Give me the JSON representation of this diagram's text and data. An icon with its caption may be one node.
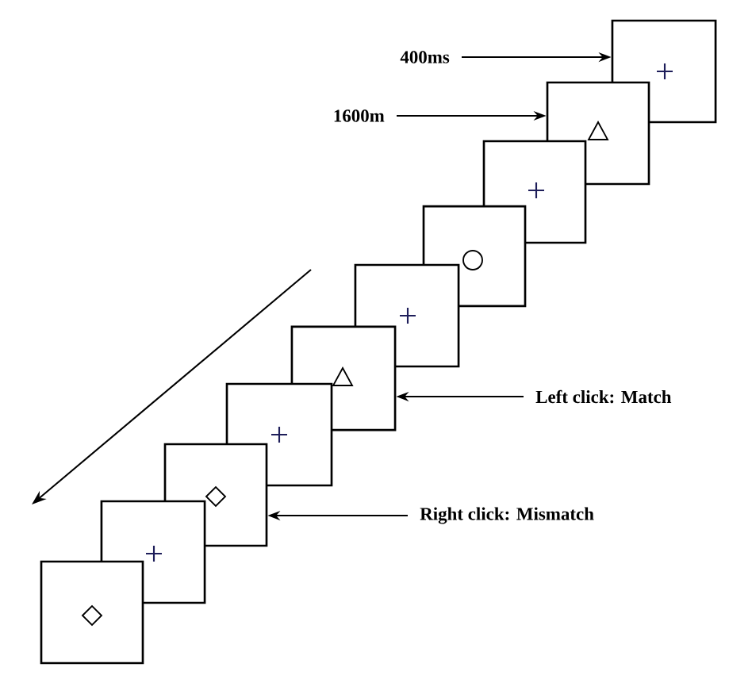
{
  "diagram": {
    "nodes": [
      {
        "text": [],
        "shape": "box"
      },
      {
        "text": [],
        "shape": "box"
      },
      {
        "text": [],
        "shape": "box"
      },
      {
        "text": [],
        "shape": "box"
      },
      {
        "text": [],
        "shape": "box"
      },
      {
        "text": [],
        "shape": "box"
      },
      {
        "text": [],
        "shape": "box"
      },
      {
        "text": [],
        "shape": "box"
      },
      {
        "text": [],
        "shape": "box"
      },
      {
        "text": [],
        "shape": "box"
      },
      {
        "text": [
          "400ms"
        ]
      },
      {
        "text": [
          "1600m"
        ]
      },
      {
        "text": [
          "Left click: Match"
        ]
      },
      {
        "text": [
          "Right click: Mismatch"
        ]
      }
    ],
    "edges": [
      {
        "from": 10,
        "to": 0,
        "arrow": "to"
      },
      {
        "from": 11,
        "to": 1,
        "arrow": "to"
      },
      {
        "from": 12,
        "to": 5,
        "arrow": "to"
      },
      {
        "from": 13,
        "to": 7,
        "arrow": "to"
      }
    ]
  }
}
